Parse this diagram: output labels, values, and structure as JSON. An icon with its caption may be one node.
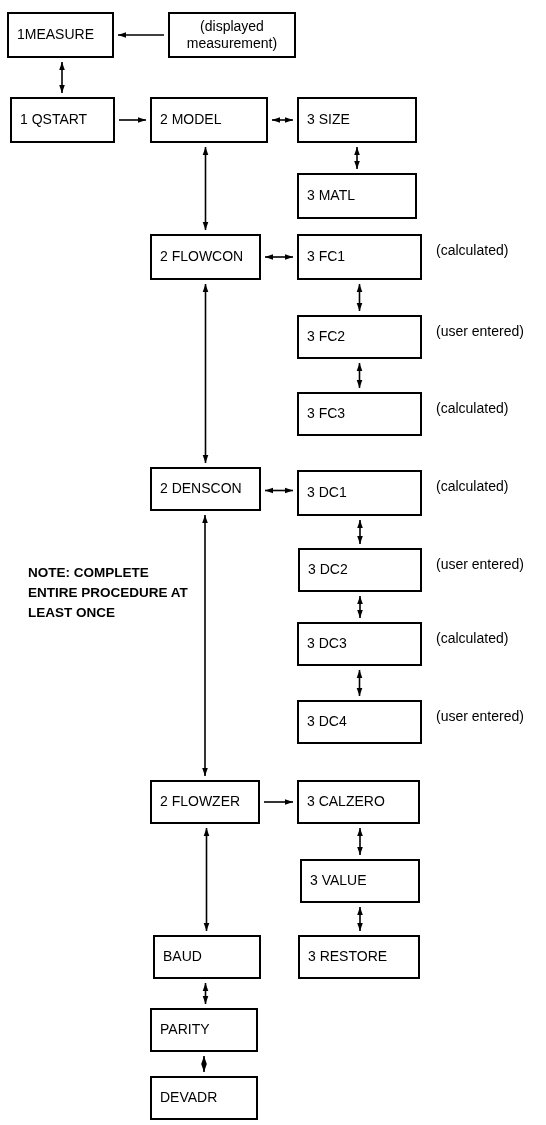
{
  "diagram": {
    "nodes": [
      {
        "text": [
          "1MEASURE"
        ]
      },
      {
        "text": [
          "(displayed measurement)"
        ]
      },
      {
        "text": [
          "1 QSTART"
        ]
      },
      {
        "text": [
          "2 MODEL"
        ]
      },
      {
        "text": [
          "3 SIZE"
        ]
      },
      {
        "text": [
          "3 MATL"
        ]
      },
      {
        "text": [
          "2 FLOWCON"
        ]
      },
      {
        "text": [
          "3 FC1"
        ],
        "beside": [
          "(calculated)"
        ]
      },
      {
        "text": [
          "3 FC2"
        ],
        "beside": [
          "(user entered)"
        ]
      },
      {
        "text": [
          "3 FC3"
        ],
        "beside": [
          "(calculated)"
        ]
      },
      {
        "text": [
          "2 DENSCON"
        ]
      },
      {
        "text": [
          "3 DC1"
        ],
        "beside": [
          "(calculated)"
        ]
      },
      {
        "text": [
          "3 DC2"
        ],
        "beside": [
          "(user entered)"
        ]
      },
      {
        "text": [
          "3 DC3"
        ],
        "beside": [
          "(calculated)"
        ]
      },
      {
        "text": [
          "3 DC4"
        ],
        "beside": [
          "(user entered)"
        ]
      },
      {
        "text": [
          "2 FLOWZER"
        ]
      },
      {
        "text": [
          "3 CALZERO"
        ]
      },
      {
        "text": [
          "3 VALUE"
        ]
      },
      {
        "text": [
          "3 RESTORE"
        ]
      },
      {
        "text": [
          "BAUD"
        ]
      },
      {
        "text": [
          "PARITY"
        ]
      },
      {
        "text": [
          "DEVADR"
        ]
      }
    ],
    "edges": [
      {
        "from": 1,
        "to": 0,
        "arrow": "to"
      },
      {
        "from": 0,
        "to": 2,
        "arrow": "both"
      },
      {
        "from": 2,
        "to": 3,
        "arrow": "to"
      },
      {
        "from": 3,
        "to": 4,
        "arrow": "both"
      },
      {
        "from": 4,
        "to": 5,
        "arrow": "both"
      },
      {
        "from": 3,
        "to": 6,
        "arrow": "both"
      },
      {
        "from": 6,
        "to": 7,
        "arrow": "both"
      },
      {
        "from": 7,
        "to": 8,
        "arrow": "both"
      },
      {
        "from": 8,
        "to": 9,
        "arrow": "both"
      },
      {
        "from": 6,
        "to": 10,
        "arrow": "both"
      },
      {
        "from": 10,
        "to": 11,
        "arrow": "both"
      },
      {
        "from": 11,
        "to": 12,
        "arrow": "both"
      },
      {
        "from": 12,
        "to": 13,
        "arrow": "both"
      },
      {
        "from": 13,
        "to": 14,
        "arrow": "both"
      },
      {
        "from": 10,
        "to": 15,
        "arrow": "both"
      },
      {
        "from": 15,
        "to": 16,
        "arrow": "to"
      },
      {
        "from": 16,
        "to": 17,
        "arrow": "both"
      },
      {
        "from": 17,
        "to": 18,
        "arrow": "both"
      },
      {
        "from": 15,
        "to": 19,
        "arrow": "both"
      },
      {
        "from": 19,
        "to": 20,
        "arrow": "both"
      },
      {
        "from": 20,
        "to": 21,
        "arrow": "both"
      }
    ],
    "labels": [
      "NOTE: COMPLETE ENTIRE PROCEDURE AT LEAST ONCE"
    ]
  }
}
